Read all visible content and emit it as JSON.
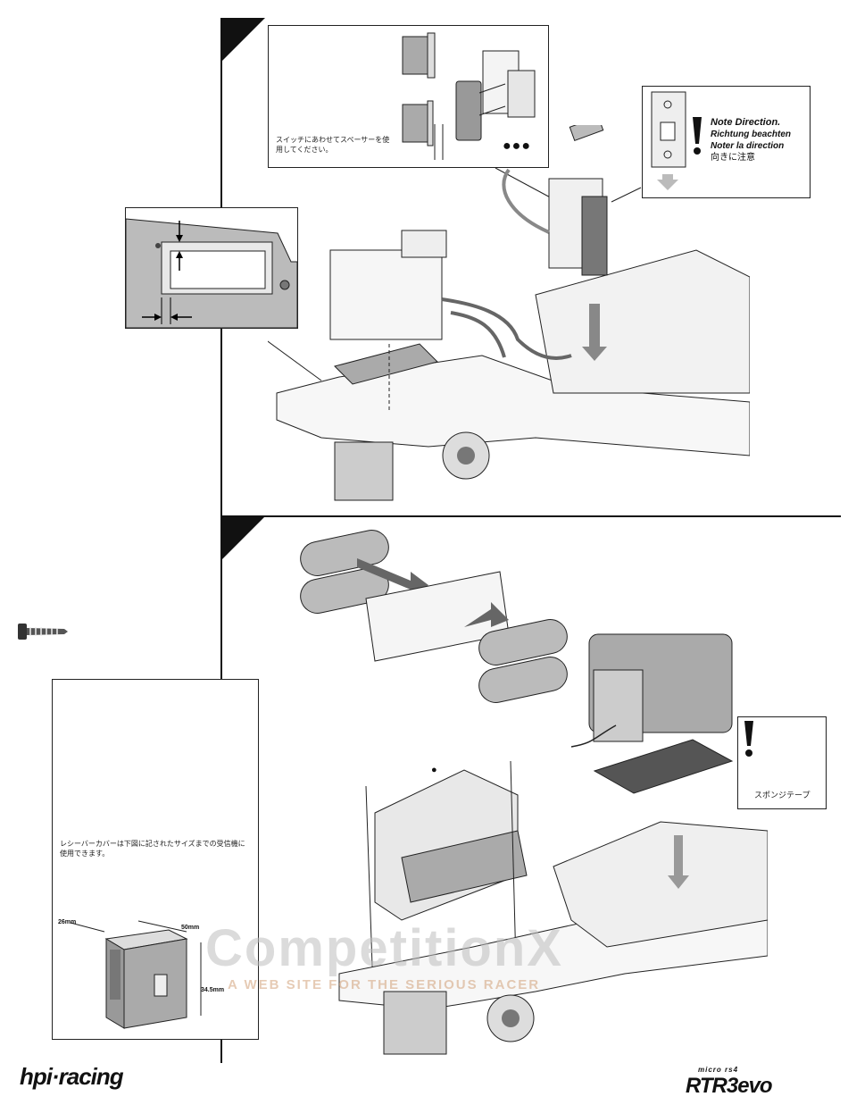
{
  "step1": {
    "spacer_note": "スイッチにあわせてスペーサーを使用してください。",
    "dots": "●●●",
    "direction_note": {
      "en": "Note Direction.",
      "de": "Richtung beachten",
      "fr": "Noter la direction",
      "jp": "向きに注意"
    }
  },
  "step2": {
    "dot": "●",
    "receiver_note": "レシーバーカバーは下図に記されたサイズまでの受信機に使用できます。",
    "dims": {
      "width": "26mm",
      "length": "50mm",
      "height": "34.5mm"
    },
    "sponge_tape": "スポンジテープ"
  },
  "watermark": {
    "title": "CompetitionX",
    "subtitle": "A WEB SITE FOR THE SERIOUS RACER"
  },
  "footer": {
    "brand": "hpi·racing",
    "model_top": "micro rs4",
    "model": "RTR3evo"
  }
}
